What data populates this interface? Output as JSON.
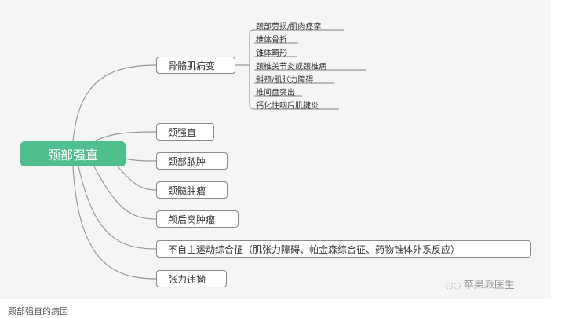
{
  "root": "颈部强直",
  "branches": [
    {
      "label": "骨骼肌病变",
      "children": [
        "颈部劳损/肌肉痉挛",
        "椎体骨折",
        "锥体畸形",
        "颈椎关节炎或颈椎病",
        "斜颈/肌张力障碍",
        "椎间盘突出",
        "钙化性咽后肌腱炎"
      ]
    },
    {
      "label": "颈强直"
    },
    {
      "label": "颈部脓肿"
    },
    {
      "label": "颈髓肿瘤"
    },
    {
      "label": "颅后窝肿瘤"
    },
    {
      "label": "不自主运动综合征（肌张力障碍、帕金森综合征、药物锥体外系反应）"
    },
    {
      "label": "张力违拗"
    }
  ],
  "watermark": "苹果派医生",
  "caption": "颈部强直的病因",
  "colors": {
    "root": "#4fc08d",
    "line": "#8a8a8a"
  }
}
